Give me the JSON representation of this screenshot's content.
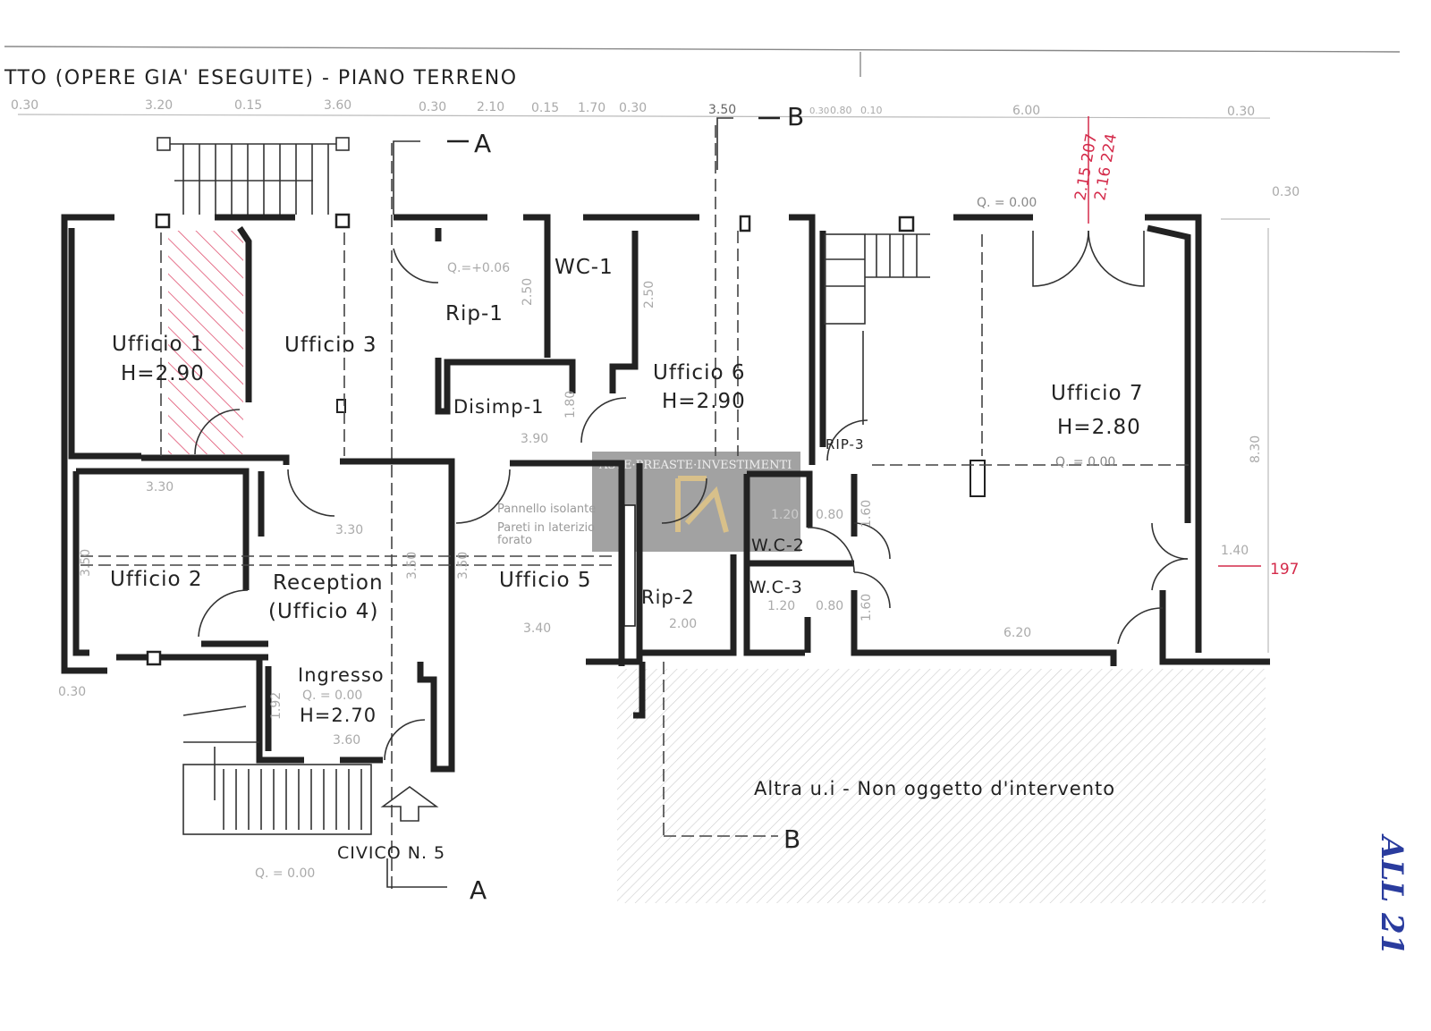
{
  "title": "TTO (OPERE GIA' ESEGUITE) -   PIANO TERRENO",
  "top_dimensions": [
    "0.30",
    "3.20",
    "0.15",
    "3.60",
    "0.30",
    "2.10",
    "0.15",
    "1.70",
    "0.30",
    "3.50",
    "0.30",
    "0.80",
    "0.10",
    "6.00",
    "0.30"
  ],
  "section_labels": {
    "a_top": "A",
    "b_top": "B",
    "a_bottom": "A",
    "b_bottom": "B"
  },
  "rooms": {
    "ufficio1": "Ufficio  1",
    "ufficio1_h": "H=2.90",
    "ufficio3": "Ufficio  3",
    "rip1": "Rip-1",
    "wc1": "WC-1",
    "disimp1": "Disimp-1",
    "ufficio6": "Ufficio  6",
    "ufficio6_h": "H=2.90",
    "ufficio7": "Ufficio  7",
    "ufficio7_h": "H=2.80",
    "ufficio7_q": "Q.  =  0.00",
    "rip3": "RIP-3",
    "ufficio2": "Ufficio  2",
    "reception": "Reception",
    "reception_sub": "(Ufficio  4)",
    "ufficio5": "Ufficio  5",
    "rip2": "Rip-2",
    "wc2": "W.C-2",
    "wc3": "W.C-3",
    "ingresso": "Ingresso",
    "ingresso_h": "H=2.70",
    "ingresso_q": "Q.  =  0.00"
  },
  "inner_dimensions": {
    "d330a": "3.30",
    "d330b": "3.30",
    "d350a": "3.50",
    "d350b": "3.50",
    "d350c": "3.50",
    "d340": "3.40",
    "d200": "2.00",
    "d620": "6.20",
    "d360": "3.60",
    "d390": "3.90",
    "d830": "8.30",
    "d250a": "2.50",
    "d250b": "2.50",
    "d180": "1.80",
    "d120a": "1.20",
    "d080a": "0.80",
    "d120b": "1.20",
    "d080b": "0.80",
    "d160a": "1.60",
    "d160b": "1.60",
    "d192": "1.92",
    "d030a": "0.30",
    "d030b": "0.30",
    "d140": "1.40",
    "q_top": "Q.  =  0.00",
    "q_rip1": "Q.=+0.06"
  },
  "notes": {
    "pannello": "Pannello  isolante",
    "pareti": "Pareti  in  laterizio",
    "forato": "forato"
  },
  "other_unit": "Altra  u.i  -  Non  oggetto  d'intervento",
  "civico": "CIVICO  N.  5",
  "civico_q": "Q.  =  0.00",
  "annotations_red": {
    "top": "2.15  207",
    "top2": "2.16  224",
    "right": "197"
  },
  "handwritten_tag": "ALL 21",
  "watermark": "ASTE·PREASTE·INVESTIMENTI",
  "colors": {
    "wall": "#222222",
    "red_annotation": "#d42a4a",
    "handwriting": "#2a3c9e",
    "hatch": "#bbbbbb"
  }
}
